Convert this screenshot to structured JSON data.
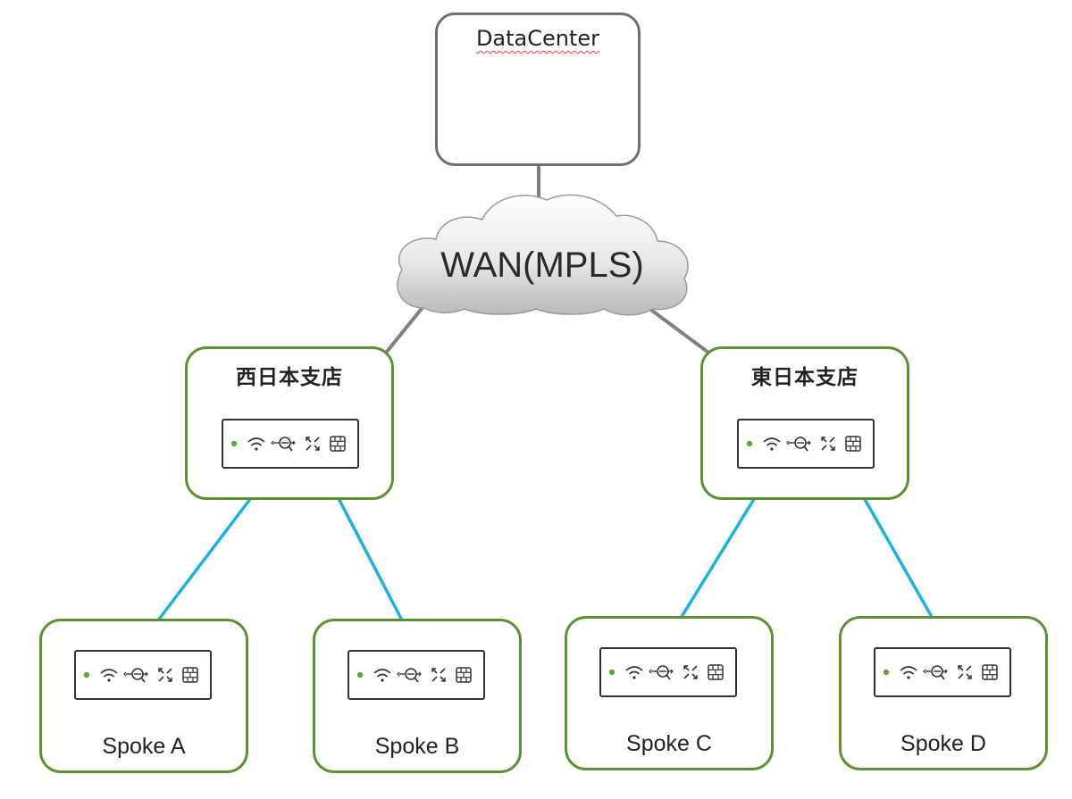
{
  "datacenter": {
    "label": "DataCenter"
  },
  "wan": {
    "label": "WAN(MPLS)"
  },
  "branches": {
    "west": {
      "label": "西日本支店"
    },
    "east": {
      "label": "東日本支店"
    }
  },
  "spokes": {
    "a": {
      "label": "Spoke A"
    },
    "b": {
      "label": "Spoke B"
    },
    "c": {
      "label": "Spoke C"
    },
    "d": {
      "label": "Spoke D"
    }
  },
  "router_icons": [
    "status-led",
    "wifi-icon",
    "search-icon",
    "switch-arrows-icon",
    "firewall-icon"
  ],
  "colors": {
    "branch_border": "#5d9233",
    "datacenter_border": "#6f6f6f",
    "link_line": "#808080",
    "tunnel_arrow": "#1ab2e0",
    "status_led": "#5aab3c"
  }
}
